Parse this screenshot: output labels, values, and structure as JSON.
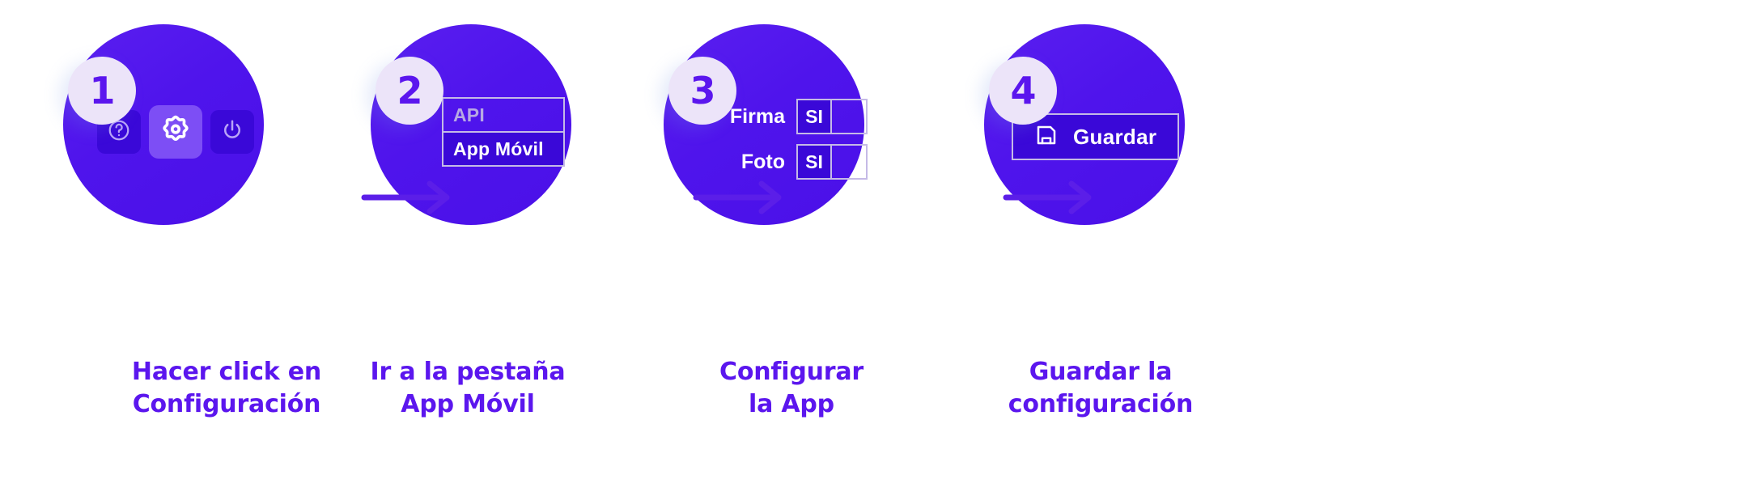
{
  "colors": {
    "background": "#ffffff",
    "circle": "#4f14ec",
    "badge_fill": "#ece4f9",
    "badge_text": "#5b16ee",
    "accent_dark": "#3a08d8",
    "accent_light": "#7d4ef5",
    "border_light": "#c5bae6",
    "caption_text": "#5b16ee",
    "muted_text": "#b7a9e3",
    "arrow": "#5b1ee8"
  },
  "steps": [
    {
      "number": "1",
      "caption_line1": "Hacer click en",
      "caption_line2": "Configuración",
      "icons": [
        {
          "name": "help-icon",
          "label": "?",
          "state": "inactive"
        },
        {
          "name": "gear-icon",
          "label": "settings",
          "state": "active"
        },
        {
          "name": "power-icon",
          "label": "power",
          "state": "inactive"
        }
      ]
    },
    {
      "number": "2",
      "caption_line1": "Ir a la pestaña",
      "caption_line2": "App Móvil",
      "tabs": [
        {
          "label": "API",
          "state": "inactive"
        },
        {
          "label": "App Móvil",
          "state": "active"
        }
      ]
    },
    {
      "number": "3",
      "caption_line1": "Configurar",
      "caption_line2": "la App",
      "options": [
        {
          "label": "Firma",
          "on_label": "SI",
          "off_label": "",
          "selected": "on"
        },
        {
          "label": "Foto",
          "on_label": "SI",
          "off_label": "",
          "selected": "on"
        }
      ]
    },
    {
      "number": "4",
      "caption_line1": "Guardar la",
      "caption_line2": "configuración",
      "button": {
        "icon": "save-floppy-icon",
        "label": "Guardar"
      }
    }
  ],
  "arrows": [
    {
      "name": "arrow-step1-to-step2",
      "direction": "right"
    },
    {
      "name": "arrow-step2-to-step3",
      "direction": "right"
    },
    {
      "name": "arrow-step3-to-step4",
      "direction": "right"
    }
  ]
}
